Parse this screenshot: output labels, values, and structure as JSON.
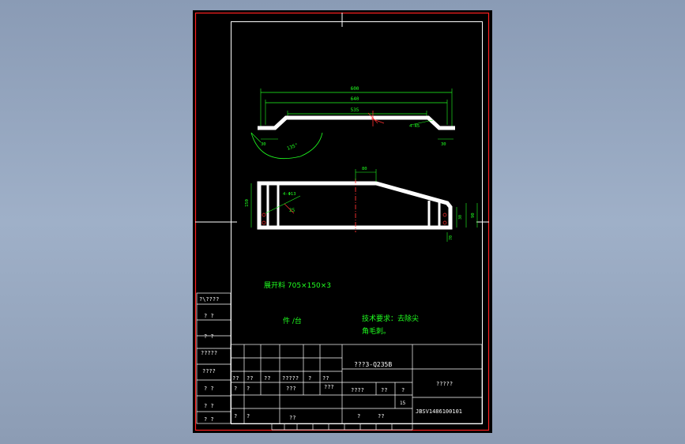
{
  "colors": {
    "background": "#8fa0b8",
    "sheet": "#000000",
    "outer_border": "#ff2020",
    "frame": "#ffffff",
    "part": "#ffffff",
    "dimension": "#20ff20",
    "annotation_red": "#ff3030",
    "title_text": "#ffffff"
  },
  "dimensions": {
    "d600": "600",
    "d640": "640",
    "d535": "535",
    "d4r5": "4-R5",
    "d30a": "30",
    "d30b": "30",
    "d135": "135°",
    "d80": "80",
    "d150": "150",
    "d4phi13": "4-Φ13",
    "d25": "25",
    "d30c": "30",
    "d90": "90",
    "d70": "70"
  },
  "notes": {
    "blank_size": "展开料 705×150×3",
    "piece_label": "件 /台",
    "tech_req_line1": "技术要求：去除尖",
    "tech_req_line2": "角毛刺。"
  },
  "left_strip": [
    "?\\????",
    "?   ?",
    "?   ?",
    "?????",
    "????",
    "?   ?",
    "?   ?",
    "?   ?"
  ],
  "title_block": {
    "material": "???3-Q235B",
    "row_a": [
      "??",
      "??",
      "??",
      "?????",
      "?",
      "??",
      "???"
    ],
    "row_b": [
      "?",
      "?",
      "???"
    ],
    "row_c": [
      "????",
      "??",
      "?",
      "15"
    ],
    "row_d": [
      "?",
      "?",
      "??",
      "?",
      "??"
    ],
    "name": "?????",
    "drawing_no": "JBSV1486100101"
  }
}
